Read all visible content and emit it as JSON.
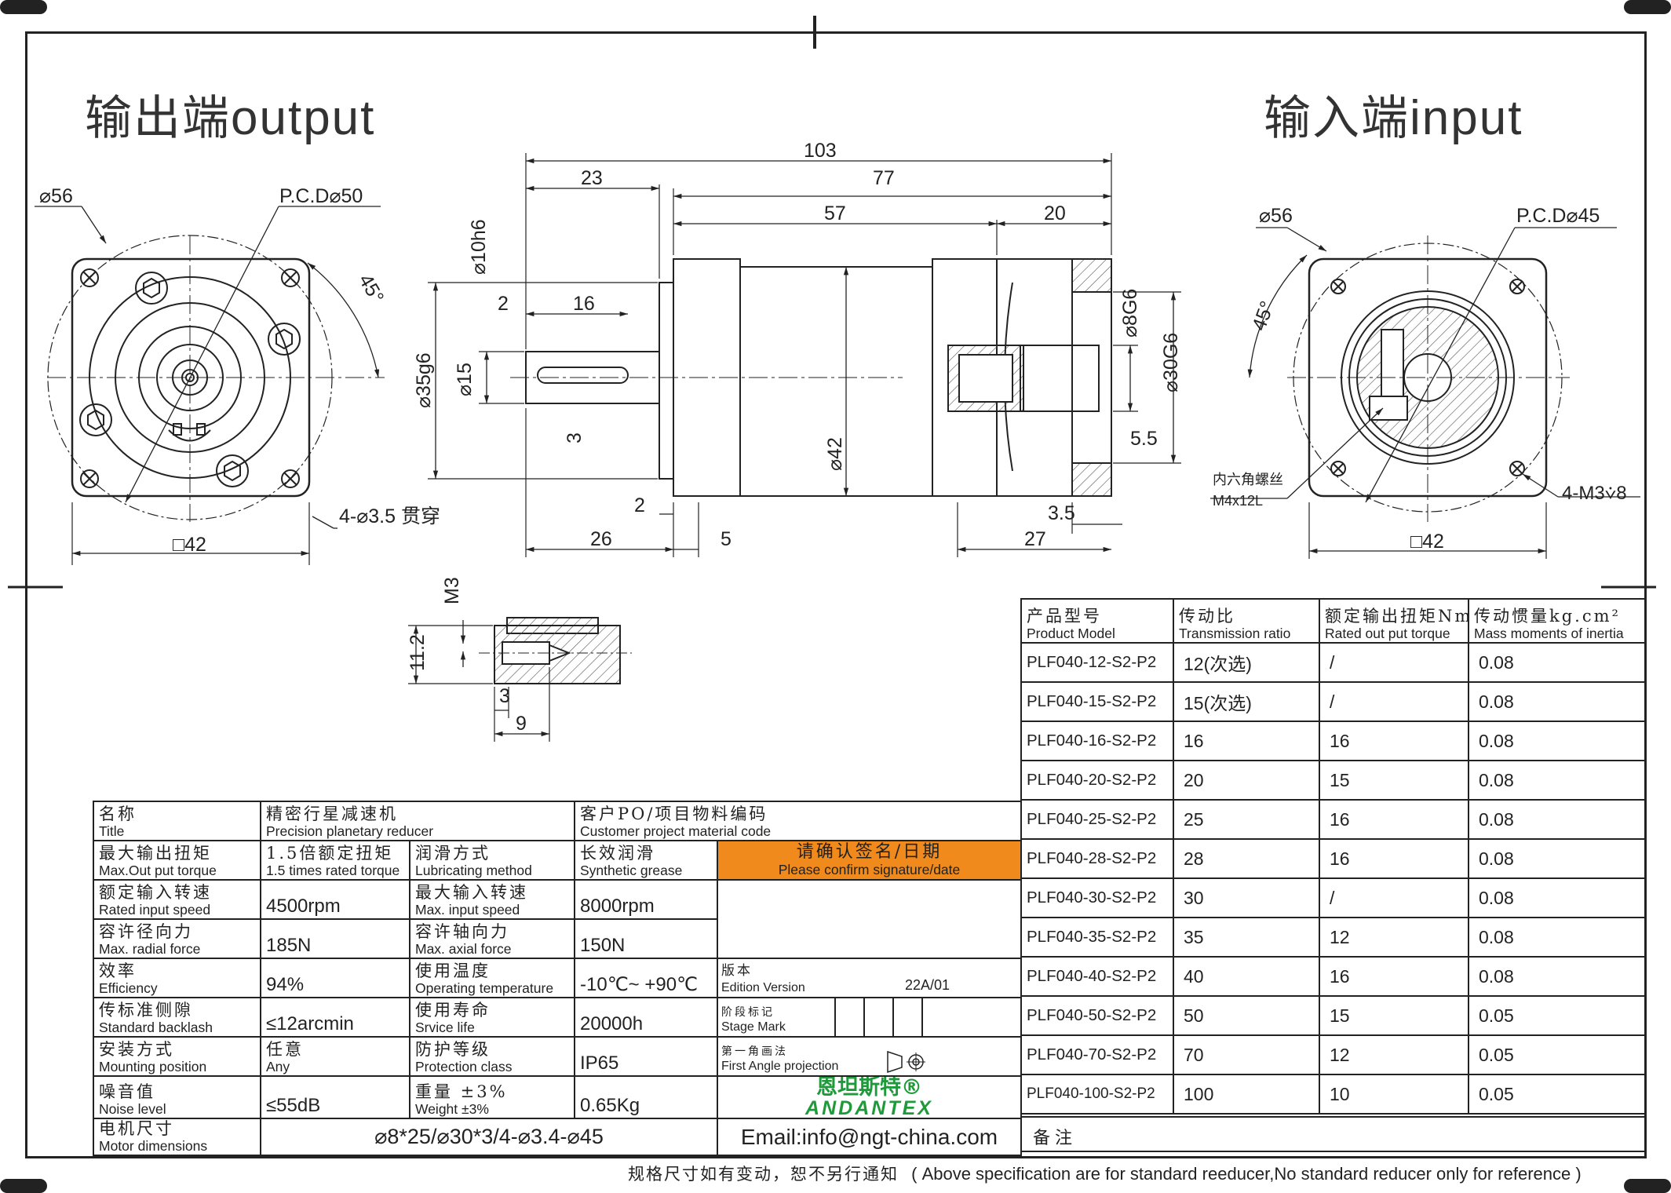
{
  "headings": {
    "output_cn": "输出端",
    "output_en": "output",
    "input_cn": "输入端",
    "input_en": "input"
  },
  "output_view": {
    "dia": "⌀56",
    "pcd": "P.C.D⌀50",
    "angle": "45°",
    "holes": "4-⌀3.5 贯穿",
    "square": "□42"
  },
  "input_view": {
    "dia": "⌀56",
    "pcd": "P.C.D⌀45",
    "angle": "45°",
    "hex_cn": "内六角螺丝",
    "hex_en": "M4x12L",
    "thread": "4-M3⩒8",
    "square": "□42"
  },
  "side_view": {
    "d103": "103",
    "d23": "23",
    "d77": "77",
    "d57": "57",
    "d20": "20",
    "d10h6": "⌀10h6",
    "d2a": "2",
    "d16": "16",
    "d35g6": "⌀35g6",
    "d15": "⌀15",
    "d3": "3",
    "d42": "⌀42",
    "d8g6": "⌀8G6",
    "d30g6": "⌀30G6",
    "d5_5": "5.5",
    "d2b": "2",
    "d26": "26",
    "d5": "5",
    "d3_5": "3.5",
    "d27": "27"
  },
  "detail_view": {
    "m3": "M3",
    "d11_2": "11.2",
    "d3": "3",
    "d9": "9"
  },
  "spec": {
    "title_cn": "名称",
    "title_en": "Title",
    "title_val_cn": "精密行星减速机",
    "title_val_en": "Precision planetary reducer",
    "customer_cn": "客户PO/项目物料编码",
    "customer_en": "Customer project material code",
    "max_out_cn": "最大输出扭矩",
    "max_out_en": "Max.Out put torque",
    "max_out_val_cn": "1.5倍额定扭矩",
    "max_out_val_en": "1.5 times rated torque",
    "lub_cn": "润滑方式",
    "lub_en": "Lubricating method",
    "lub_val_cn": "长效润滑",
    "lub_val_en": "Synthetic grease",
    "confirm_cn": "请确认签名/日期",
    "confirm_en": "Please confirm signature/date",
    "rated_in_cn": "额定输入转速",
    "rated_in_en": "Rated input speed",
    "rated_in_val": "4500rpm",
    "max_in_cn": "最大输入转速",
    "max_in_en": "Max. input speed",
    "max_in_val": "8000rpm",
    "radial_cn": "容许径向力",
    "radial_en": "Max. radial force",
    "radial_val": "185N",
    "axial_cn": "容许轴向力",
    "axial_en": "Max. axial force",
    "axial_val": "150N",
    "eff_cn": "效率",
    "eff_en": "Efficiency",
    "eff_val": "94%",
    "temp_cn": "使用温度",
    "temp_en": "Operating temperature",
    "temp_val": "-10℃~ +90℃",
    "edition_cn": "版本",
    "edition_en": "Edition Version",
    "edition_val": "22A/01",
    "backlash_cn": "传标准侧隙",
    "backlash_en": "Standard backlash",
    "backlash_val": "≤12arcmin",
    "life_cn": "使用寿命",
    "life_en": "Srvice life",
    "life_val": "20000h",
    "stage_cn": "阶段标记",
    "stage_en": "Stage Mark",
    "mount_cn": "安装方式",
    "mount_en": "Mounting position",
    "mount_val": "任意",
    "mount_val_en": "Any",
    "prot_cn": "防护等级",
    "prot_en": "Protection class",
    "prot_val": "IP65",
    "proj_cn": "第一角画法",
    "proj_en": "First Angle projection",
    "noise_cn": "噪音值",
    "noise_en": "Noise level",
    "noise_val": "≤55dB",
    "weight_cn": "重量 ±3%",
    "weight_en": "Weight ±3%",
    "weight_val": "0.65Kg",
    "brand_cn": "恩坦斯特®",
    "brand_en": "ANDANTEX",
    "motor_cn": "电机尺寸",
    "motor_en": "Motor dimensions",
    "motor_val": "⌀8*25/⌀30*3/4-⌀3.4-⌀45",
    "email": "Email:info@ngt-china.com",
    "remark_cn": "备注"
  },
  "models": {
    "headers": {
      "model_cn": "产品型号",
      "model_en": "Product Model",
      "ratio_cn": "传动比",
      "ratio_en": "Transmission ratio",
      "torque_cn": "额定输出扭矩Nm",
      "torque_en": "Rated out put torque",
      "inertia_cn": "传动惯量kg.cm²",
      "inertia_en": "Mass moments of inertia"
    },
    "rows": [
      {
        "model": "PLF040-12-S2-P2",
        "ratio": "12(次选)",
        "torque": "/",
        "inertia": "0.08"
      },
      {
        "model": "PLF040-15-S2-P2",
        "ratio": "15(次选)",
        "torque": "/",
        "inertia": "0.08"
      },
      {
        "model": "PLF040-16-S2-P2",
        "ratio": "16",
        "torque": "16",
        "inertia": "0.08"
      },
      {
        "model": "PLF040-20-S2-P2",
        "ratio": "20",
        "torque": "15",
        "inertia": "0.08"
      },
      {
        "model": "PLF040-25-S2-P2",
        "ratio": "25",
        "torque": "16",
        "inertia": "0.08"
      },
      {
        "model": "PLF040-28-S2-P2",
        "ratio": "28",
        "torque": "16",
        "inertia": "0.08"
      },
      {
        "model": "PLF040-30-S2-P2",
        "ratio": "30",
        "torque": "/",
        "inertia": "0.08"
      },
      {
        "model": "PLF040-35-S2-P2",
        "ratio": "35",
        "torque": "12",
        "inertia": "0.08"
      },
      {
        "model": "PLF040-40-S2-P2",
        "ratio": "40",
        "torque": "16",
        "inertia": "0.08"
      },
      {
        "model": "PLF040-50-S2-P2",
        "ratio": "50",
        "torque": "15",
        "inertia": "0.05"
      },
      {
        "model": "PLF040-70-S2-P2",
        "ratio": "70",
        "torque": "12",
        "inertia": "0.05"
      },
      {
        "model": "PLF040-100-S2-P2",
        "ratio": "100",
        "torque": "10",
        "inertia": "0.05"
      }
    ]
  },
  "footer": {
    "cn": "规格尺寸如有变动，恕不另行通知",
    "en": "( Above specification are for standard reeducer,No standard reducer only for reference )"
  },
  "colors": {
    "confirm_bg": "#f08a1c",
    "brand": "#1f9a3a",
    "line": "#222222"
  }
}
